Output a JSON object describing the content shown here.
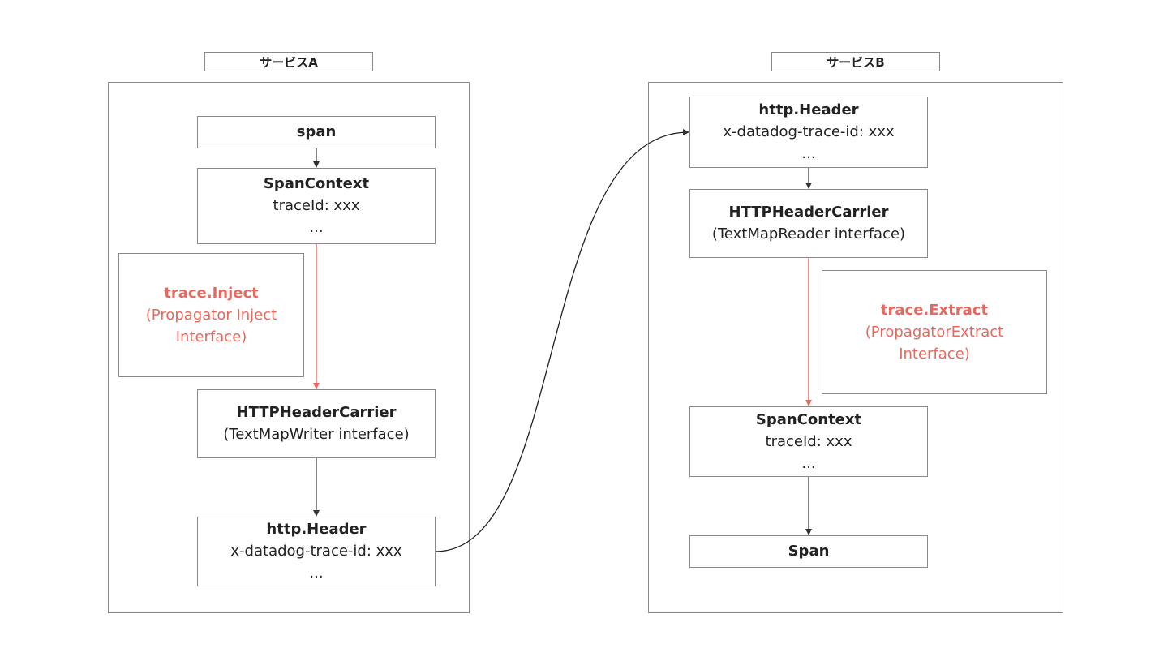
{
  "accent_color": "#e8685e",
  "service_a": {
    "label": "サービスA",
    "span": {
      "title": "span"
    },
    "span_context": {
      "title": "SpanContext",
      "line1": "traceId: xxx",
      "line2": "..."
    },
    "inject": {
      "title": "trace.Inject",
      "line1": "(Propagator Inject",
      "line2": "Interface)"
    },
    "carrier": {
      "title": "HTTPHeaderCarrier",
      "line1": "(TextMapWriter interface)"
    },
    "header": {
      "title": "http.Header",
      "line1": "x-datadog-trace-id: xxx",
      "line2": "..."
    }
  },
  "service_b": {
    "label": "サービスB",
    "header": {
      "title": "http.Header",
      "line1": "x-datadog-trace-id: xxx",
      "line2": "..."
    },
    "carrier": {
      "title": "HTTPHeaderCarrier",
      "line1": "(TextMapReader interface)"
    },
    "extract": {
      "title": "trace.Extract",
      "line1": "(PropagatorExtract",
      "line2": "Interface)"
    },
    "span_context": {
      "title": "SpanContext",
      "line1": "traceId: xxx",
      "line2": "..."
    },
    "span": {
      "title": "Span"
    }
  }
}
